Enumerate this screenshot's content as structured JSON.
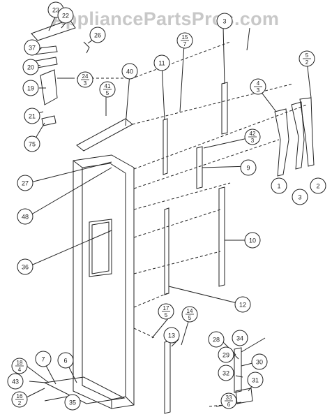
{
  "watermark": "AppliancePartsPros.com",
  "callouts": [
    {
      "id": "c23",
      "top": "23"
    },
    {
      "id": "c22",
      "top": "22"
    },
    {
      "id": "c26",
      "top": "26"
    },
    {
      "id": "c37",
      "top": "37"
    },
    {
      "id": "c20",
      "top": "20"
    },
    {
      "id": "c19",
      "top": "19"
    },
    {
      "id": "c24",
      "top": "24",
      "bottom": "3"
    },
    {
      "id": "c21",
      "top": "21"
    },
    {
      "id": "c75",
      "top": "75"
    },
    {
      "id": "c40",
      "top": "40"
    },
    {
      "id": "c41",
      "top": "41",
      "bottom": "5"
    },
    {
      "id": "c11",
      "top": "11"
    },
    {
      "id": "c15",
      "top": "15",
      "bottom": "7"
    },
    {
      "id": "c3x",
      "top": "3"
    },
    {
      "id": "c5s",
      "top": "5",
      "bottom": "2"
    },
    {
      "id": "c4s",
      "top": "4",
      "bottom": "3"
    },
    {
      "id": "c42",
      "top": "42",
      "bottom": "3"
    },
    {
      "id": "c9",
      "top": "9"
    },
    {
      "id": "c1",
      "top": "1"
    },
    {
      "id": "c3",
      "top": "3"
    },
    {
      "id": "c2",
      "top": "2"
    },
    {
      "id": "c27",
      "top": "27"
    },
    {
      "id": "c48",
      "top": "48"
    },
    {
      "id": "c10",
      "top": "10"
    },
    {
      "id": "c36",
      "top": "36"
    },
    {
      "id": "c12",
      "top": "12"
    },
    {
      "id": "c17",
      "top": "17",
      "bottom": "5"
    },
    {
      "id": "c14",
      "top": "14",
      "bottom": "5"
    },
    {
      "id": "c13",
      "top": "13"
    },
    {
      "id": "c28",
      "top": "28"
    },
    {
      "id": "c34",
      "top": "34"
    },
    {
      "id": "c29",
      "top": "29"
    },
    {
      "id": "c30",
      "top": "30"
    },
    {
      "id": "c32",
      "top": "32"
    },
    {
      "id": "c18",
      "top": "18",
      "bottom": "4"
    },
    {
      "id": "c7",
      "top": "7"
    },
    {
      "id": "c6",
      "top": "6"
    },
    {
      "id": "c43",
      "top": "43"
    },
    {
      "id": "c16",
      "top": "16",
      "bottom": "2"
    },
    {
      "id": "c35",
      "top": "35"
    },
    {
      "id": "c31",
      "top": "31"
    },
    {
      "id": "c33",
      "top": "33",
      "bottom": "6"
    }
  ]
}
